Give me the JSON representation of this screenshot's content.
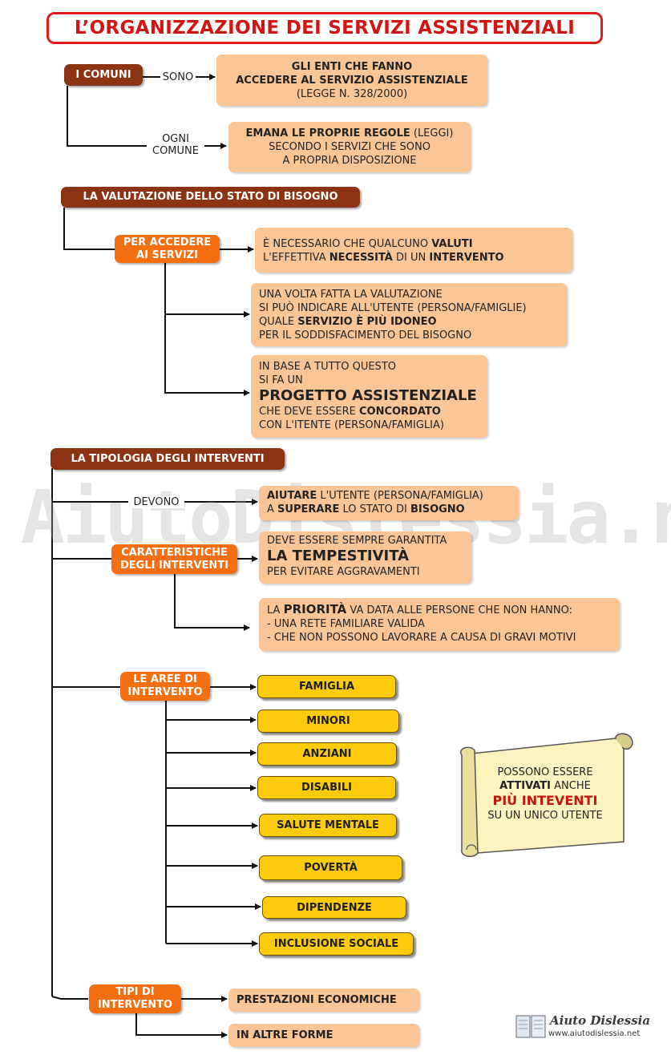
{
  "title": "L’ORGANIZZAZIONE DEI SERVIZI ASSISTENZIALI",
  "section1": {
    "heading": "I COMUNI",
    "label_sono": "SONO",
    "box1": {
      "line1": "GLI ENTI CHE FANNO",
      "line2": "ACCEDERE AL SERVIZIO ASSISTENZIALE",
      "line3": "(LEGGE N. 328/2000)"
    },
    "label_ogni1": "OGNI",
    "label_ogni2": "COMUNE",
    "box2": {
      "bold": "EMANA LE PROPRIE REGOLE",
      "after": " (LEGGI)",
      "line2": "SECONDO I SERVIZI CHE SONO",
      "line3": "A PROPRIA DISPOSIZIONE"
    }
  },
  "section2": {
    "heading": "LA VALUTAZIONE DELLO STATO DI BISOGNO",
    "node": {
      "line1": "PER ACCEDERE",
      "line2": "AI SERVIZI"
    },
    "box1": {
      "l1a": "È NECESSARIO CHE QUALCUNO ",
      "l1b": "VALUTI",
      "l2a": "L'EFFETTIVA ",
      "l2b": "NECESSITÀ",
      "l2c": " DI UN ",
      "l2d": "INTERVENTO"
    },
    "box2": {
      "l1": "UNA VOLTA FATTA LA VALUTAZIONE",
      "l2": "SI PUÒ INDICARE ALL'UTENTE (PERSONA/FAMIGLIE)",
      "l3a": "QUALE ",
      "l3b": "SERVIZIO È PIÙ IDONEO",
      "l4": "PER IL SODDISFACIMENTO DEL BISOGNO"
    },
    "box3": {
      "l1": "IN BASE A TUTTO QUESTO",
      "l2": "SI FA UN",
      "l3": "PROGETTO ASSISTENZIALE",
      "l4a": "CHE DEVE ESSERE ",
      "l4b": "CONCORDATO",
      "l5": "CON L'ITENTE (PERSONA/FAMIGLIA)"
    }
  },
  "section3": {
    "heading": "LA TIPOLOGIA DEGLI INTERVENTI",
    "label_devono": "DEVONO",
    "box_aiutare": {
      "l1a": "AIUTARE",
      "l1b": " L'UTENTE (PERSONA/FAMIGLIA)",
      "l2a": "A ",
      "l2b": "SUPERARE",
      "l2c": " LO STATO DI ",
      "l2d": "BISOGNO"
    },
    "node_caratt": {
      "line1": "CARATTERISTICHE",
      "line2": "DEGLI INTERVENTI"
    },
    "box_tempest": {
      "l1": "DEVE ESSERE SEMPRE GARANTITA",
      "l2": "LA  TEMPESTIVITÀ",
      "l3": "PER EVITARE AGGRAVAMENTI"
    },
    "box_priorita": {
      "l1a": "LA ",
      "l1b": "PRIORITÀ",
      "l1c": " VA DATA ALLE PERSONE CHE NON HANNO:",
      "l2": "- UNA RETE FAMILIARE VALIDA",
      "l3": "- CHE NON POSSONO LAVORARE A CAUSA DI GRAVI MOTIVI"
    },
    "node_aree": {
      "line1": "LE AREE DI",
      "line2": "INTERVENTO"
    },
    "aree": [
      "FAMIGLIA",
      "MINORI",
      "ANZIANI",
      "DISABILI",
      "SALUTE MENTALE",
      "POVERTÀ",
      "DIPENDENZE",
      "INCLUSIONE SOCIALE"
    ],
    "node_tipi": {
      "line1": "TIPI DI",
      "line2": "INTERVENTO"
    },
    "tipi": [
      "PRESTAZIONI ECONOMICHE",
      "IN ALTRE FORME"
    ]
  },
  "scroll": {
    "l1": "POSSONO ESSERE",
    "l2a": "ATTIVATI",
    "l2b": " ANCHE",
    "l3": "PIÙ INTEVENTI",
    "l4": "SU UN UNICO UTENTE"
  },
  "watermark": "By AiutoDislessia.net",
  "logo": {
    "name": "Aiuto Dislessia",
    "url": "www.aiutodislessia.net"
  },
  "colors": {
    "title_border": "#e01b1b",
    "brown": "#8b3312",
    "orange": "#f46e12",
    "peach": "#fbc595",
    "yellow": "#fccc0a"
  }
}
